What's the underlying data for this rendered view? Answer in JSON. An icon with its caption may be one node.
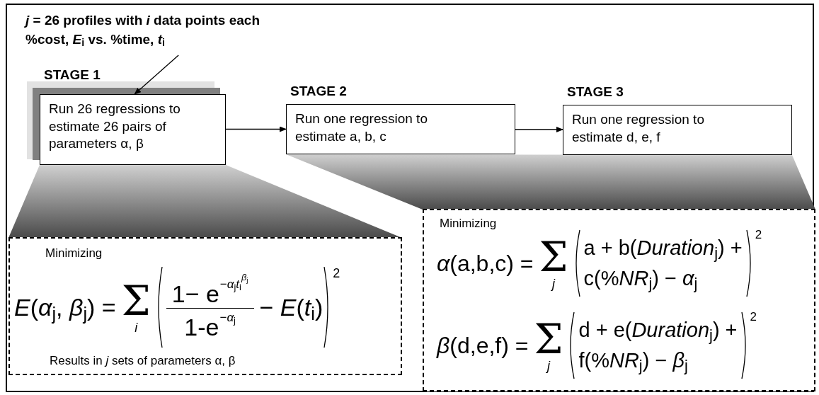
{
  "diagram": {
    "nodes": [
      {
        "text": [
          "*j* = 26 profiles with *i* data points each",
          "%cost, *E*$_{i}$ vs. %time, *t*$_{i}$"
        ]
      },
      {
        "text": [
          "STAGE 1",
          "Run 26 regressions to estimate 26 pairs of parameters α, β"
        ]
      },
      {
        "text": [
          "STAGE 2",
          "Run one regression to estimate a, b, c"
        ]
      },
      {
        "text": [
          "STAGE 3",
          "Run one regression to estimate d, e, f"
        ]
      },
      {
        "text": [
          "Minimizing",
          "*E*(*α*$_{j}$, *β*$_{j}$) =",
          "Σ",
          "*i*",
          "1− e",
          "−*α*$_{j}$*t*$_{i}$",
          "*β*$_{j}$",
          "1-e",
          "−*α*$_{j}$",
          "− *E*(*t*$_{i}$)",
          "2",
          "Results in *j* sets of parameters α, β"
        ]
      },
      {
        "text": [
          "Minimizing",
          "*α*(a,b,c) =",
          "Σ",
          "*j*",
          "a + b(*Duration*$_{j}$) +",
          "c(%*NR*$_{j}$) − *α*$_{j}$",
          "2",
          "*β*(d,e,f) =",
          "Σ",
          "*j*",
          "d + e(*Duration*$_{j}$) +",
          "f(%*NR*$_{j}$) − *β*$_{j}$",
          "2"
        ]
      },
      {
        "text": [],
        "shape": "trapezoid"
      },
      {
        "text": [],
        "shape": "trapezoid"
      }
    ],
    "edges": [
      {
        "from": 0,
        "to": 1,
        "arrow": "to"
      },
      {
        "from": 1,
        "to": 2,
        "arrow": "to"
      },
      {
        "from": 2,
        "to": 3,
        "arrow": "to"
      }
    ]
  }
}
